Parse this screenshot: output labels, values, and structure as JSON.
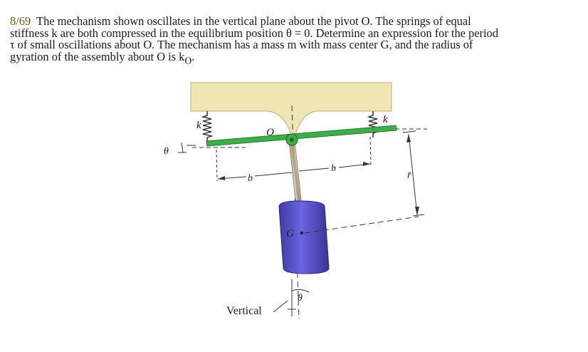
{
  "problem": {
    "number": "8/69",
    "line1": "The mechanism shown oscillates in the vertical plane about the pivot O. The springs of equal",
    "line2": "stiffness k are both compressed in the equilibrium position θ = 0. Determine an expression for the period",
    "line3": "τ of small oscillations about O. The mechanism has a mass m with mass center G, and the radius of",
    "line4": "gyration of the assembly about O is k",
    "line4_sub": "O",
    "line4_end": "."
  },
  "figure": {
    "label_k_left": "k",
    "label_k_right": "k",
    "label_O": "O",
    "label_theta_left": "θ",
    "label_b_left": "b",
    "label_b_right": "b",
    "label_r": "r̄",
    "label_G": "G",
    "label_theta_bottom": "θ",
    "label_vertical": "Vertical"
  },
  "colors": {
    "support": "#efe6b4",
    "bar": "#3fae4a",
    "mass": "#5a54d2",
    "rod": "#c9b79a"
  }
}
